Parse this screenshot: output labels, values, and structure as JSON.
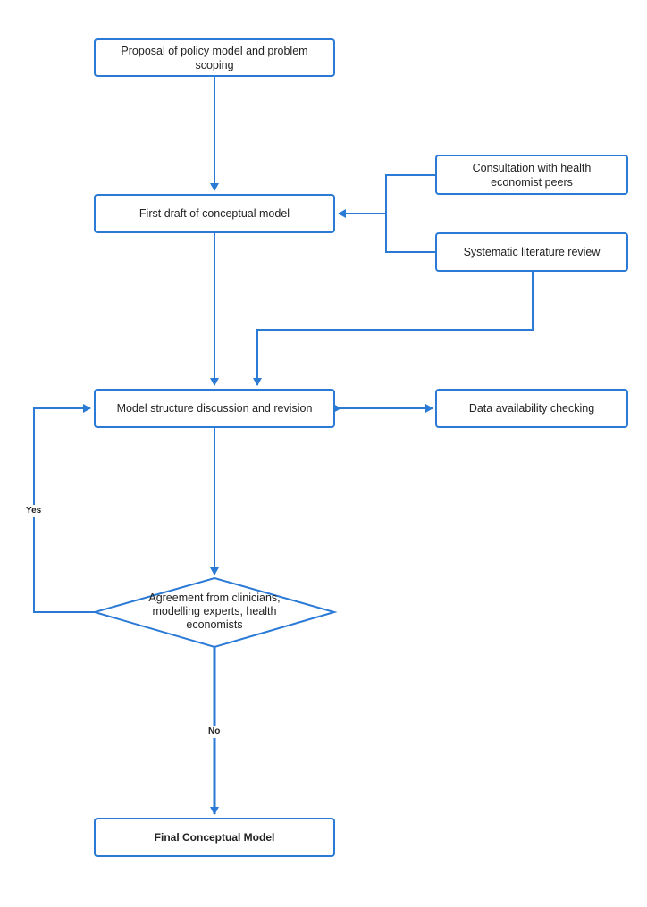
{
  "nodes": {
    "proposal": "Proposal of policy model and problem scoping",
    "first_draft": "First draft of conceptual model",
    "consultation": "Consultation with health economist peers",
    "literature": "Systematic literature review",
    "discussion": "Model structure discussion and revision",
    "data_check": "Data availability checking",
    "agreement": "Agreement from clinicians, modelling experts, health economists",
    "final": "Final Conceptual Model"
  },
  "edge_labels": {
    "yes": "Yes",
    "no": "No"
  },
  "colors": {
    "stroke": "#2a7ad6",
    "text": "#222222"
  }
}
